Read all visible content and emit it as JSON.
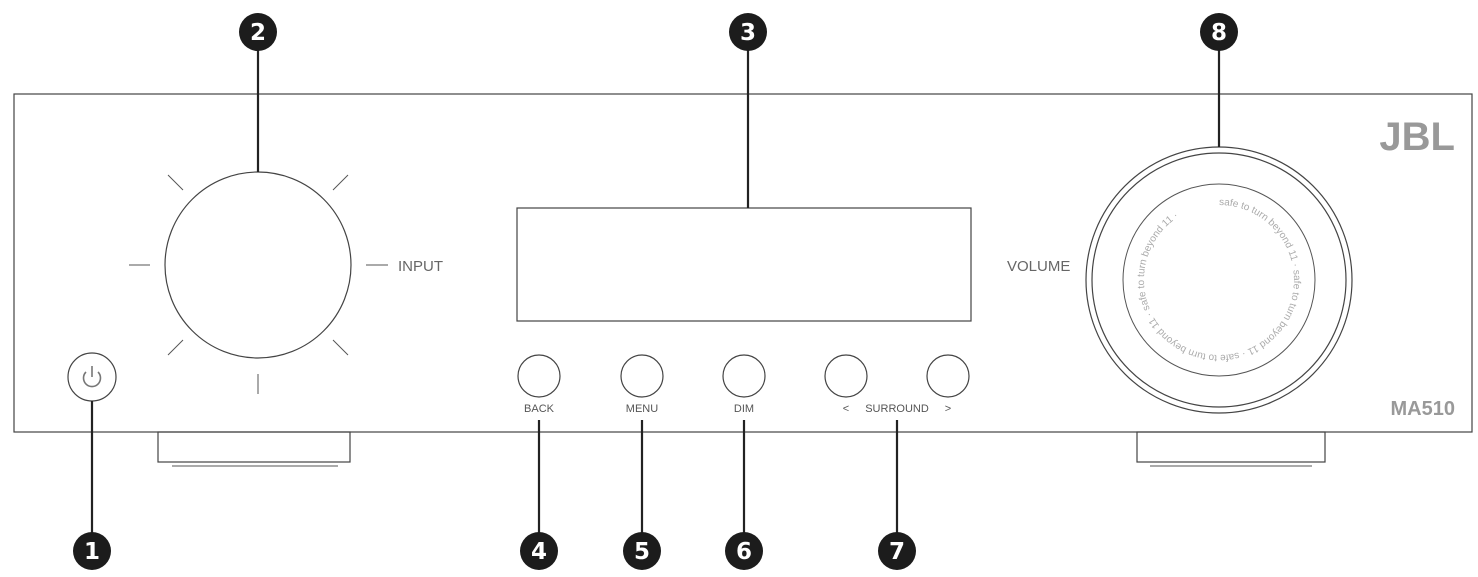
{
  "labels": {
    "input": "INPUT",
    "volume": "VOLUME",
    "back": "BACK",
    "menu": "MENU",
    "dim": "DIM",
    "surround": "SURROUND",
    "surround_left": "<",
    "surround_right": ">"
  },
  "brand": {
    "logo": "JBL",
    "model": "MA510"
  },
  "knob_ring_text": "safe to turn beyond 11 · safe to turn beyond 11 · safe to turn beyond 11 · safe to turn beyond 11 ·",
  "callouts": [
    "1",
    "2",
    "3",
    "4",
    "5",
    "6",
    "7",
    "8"
  ],
  "icons": {
    "power": "power-icon"
  },
  "colors": {
    "callout_fill": "#1c1c1c",
    "line": "#444444",
    "label": "#666666",
    "brand": "#999999"
  }
}
